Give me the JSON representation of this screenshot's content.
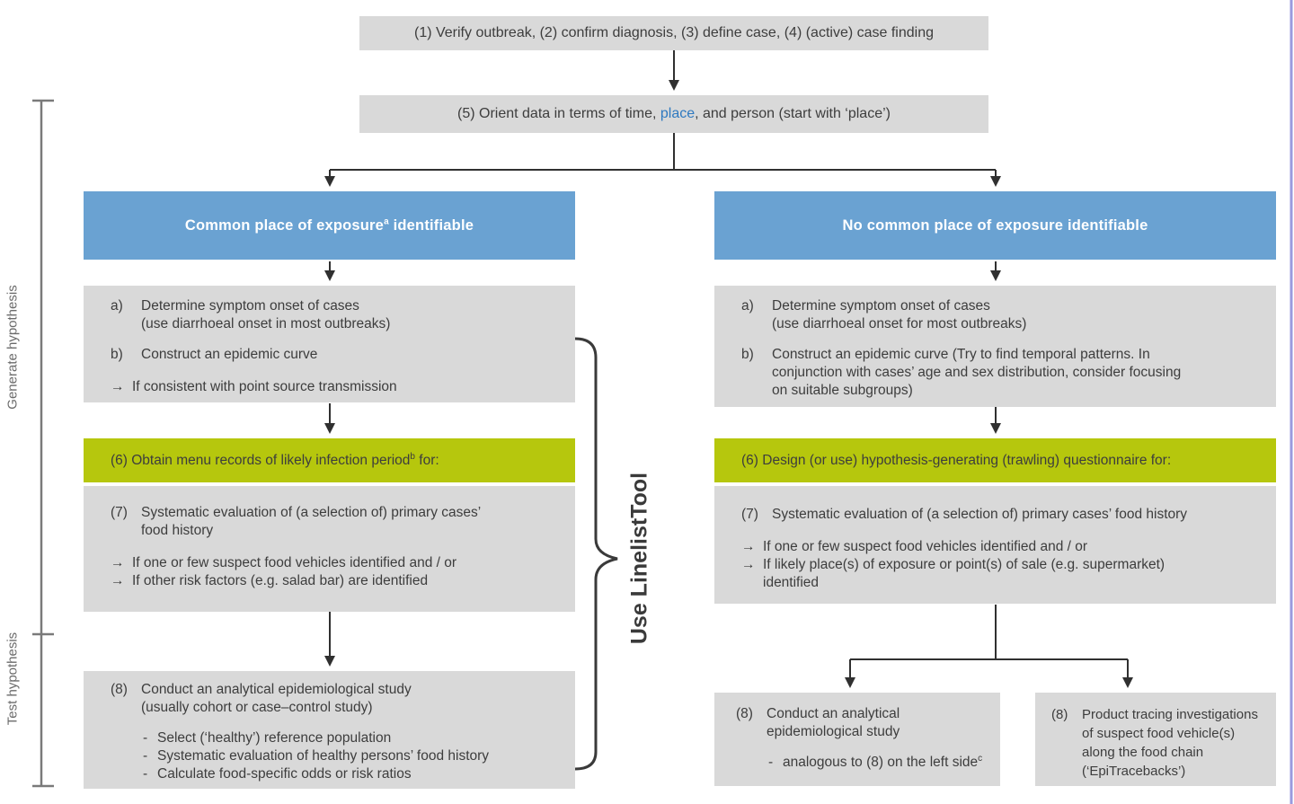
{
  "colors": {
    "box_gray": "#d9d9d9",
    "branch_blue": "#6aa2d2",
    "step6_green": "#b6c70d",
    "text_dark": "#3d3d3d",
    "place_blue": "#2e79c0",
    "connector_dark": "#303030",
    "bracket_gray": "#7a7a7a",
    "right_border_purple": "#9a9ade"
  },
  "top_box": {
    "text": "(1) Verify outbreak, (2) confirm diagnosis, (3) define case, (4) (active) case finding"
  },
  "orient_box": {
    "pre": "(5)  Orient data in terms of time, ",
    "place": "place",
    "post": ", and person (start with ‘place’)"
  },
  "side": {
    "generate": "Generate hypothesis",
    "test": "Test hypothesis"
  },
  "brace": {
    "label": "Use LinelistTool"
  },
  "left": {
    "header": {
      "text": "Common place of exposure",
      "sup": "a",
      "rest": " identifiable"
    },
    "ab": {
      "a_marker": "a)",
      "a_text": "Determine symptom onset of cases\n(use diarrhoeal onset in most outbreaks)",
      "b_marker": "b)",
      "b_text": "Construct an epidemic curve",
      "bullet_marker": "→",
      "bullet_text": "If consistent with point source transmission"
    },
    "step6": {
      "pre": "(6) Obtain menu records of likely infection period",
      "sup": "b",
      "post": " for:"
    },
    "step7": {
      "marker": "(7)",
      "text": "Systematic evaluation of (a selection of) primary cases’\nfood history",
      "bullet1_marker": "→",
      "bullet1": "If one or few suspect food vehicles identified and / or",
      "bullet2_marker": "→",
      "bullet2": "If other risk factors (e.g. salad bar) are identified"
    },
    "step8": {
      "marker": "(8)",
      "text": "Conduct an analytical epidemiological study\n(usually cohort or case–control study)",
      "sub1_marker": "-",
      "sub1": "Select (‘healthy’) reference population",
      "sub2_marker": "-",
      "sub2": "Systematic evaluation of healthy persons’ food history",
      "sub3_marker": "-",
      "sub3": "Calculate food-specific odds or risk ratios"
    }
  },
  "right": {
    "header": {
      "text": "No common place of exposure identifiable"
    },
    "ab": {
      "a_marker": "a)",
      "a_text": "Determine symptom onset of cases\n(use diarrhoeal onset for most outbreaks)",
      "b_marker": "b)",
      "b_text": "Construct an epidemic curve (Try to find temporal patterns. In\nconjunction with cases’ age and sex distribution, consider focusing\non suitable subgroups)"
    },
    "step6": {
      "text": "(6) Design (or use) hypothesis-generating (trawling) questionnaire for:"
    },
    "step7": {
      "marker": "(7)",
      "text": "Systematic evaluation of (a selection of) primary cases’ food history",
      "bullet1_marker": "→",
      "bullet1": "If one or few suspect food vehicles identified and / or",
      "bullet2_marker": "→",
      "bullet2": "If likely place(s) of exposure or point(s) of sale (e.g. supermarket)\nidentified"
    },
    "step8a": {
      "marker": "(8)",
      "text": "Conduct an analytical\nepidemiological study",
      "sub_marker": "-",
      "sub_text": "analogous to (8) on the left side",
      "sub_sup": "c"
    },
    "step8b": {
      "marker": "(8)",
      "text": "Product tracing investigations\nof suspect food vehicle(s)\nalong the food chain\n(‘EpiTracebacks’)"
    }
  }
}
